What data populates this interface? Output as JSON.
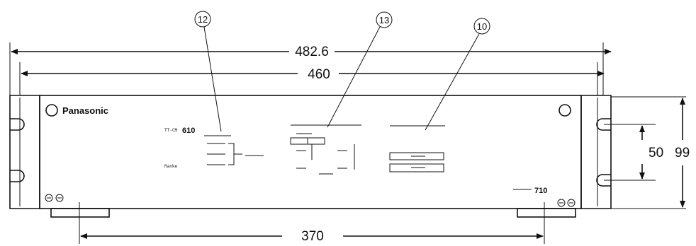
{
  "callouts": [
    {
      "number": "12"
    },
    {
      "number": "13"
    },
    {
      "number": "10"
    }
  ],
  "dimensions": {
    "overall_width": "482.6",
    "panel_width": "460",
    "foot_spacing": "370",
    "slot_spacing": "50",
    "height": "99"
  },
  "panel": {
    "brand": "Panasonic",
    "model_prefix": "TT-CM",
    "model_number": "610",
    "small_label_left": "Ranke",
    "badge": "710"
  }
}
